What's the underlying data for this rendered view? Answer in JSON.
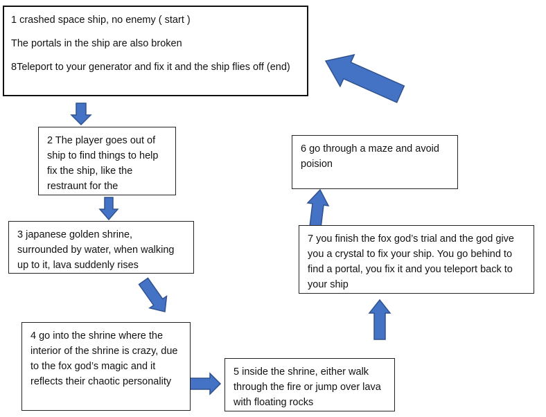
{
  "colors": {
    "arrow_fill": "#4472c4",
    "arrow_stroke": "#2f528f",
    "box_border": "#222222"
  },
  "nodes": {
    "n1": {
      "line1": "1 crashed space ship, no enemy ( start )",
      "line2": "The portals in the ship are also broken",
      "line3": "8Teleport to your generator and fix it and the ship flies off (end)"
    },
    "n2": "2 The player goes out of ship to find things to help fix the ship, like the restraunt for the",
    "n3": "3 japanese golden shrine, surrounded by water, when walking up to it, lava suddenly rises",
    "n4": "4 go into the shrine where the interior of the shrine is crazy, due to the fox god’s magic and it reflects their chaotic personality",
    "n5": "5 inside the shrine, either walk through the fire or jump over lava with floating rocks",
    "n6": "6 go through a maze and avoid poision",
    "n7": "7 you finish the fox god’s trial and the god give you a crystal to fix your ship. You go behind to find a portal, you fix it and you teleport back to your ship"
  },
  "edges": [
    {
      "from": "n1",
      "to": "n2"
    },
    {
      "from": "n2",
      "to": "n3"
    },
    {
      "from": "n3",
      "to": "n4"
    },
    {
      "from": "n4",
      "to": "n5"
    },
    {
      "from": "n5",
      "to": "n7"
    },
    {
      "from": "n7",
      "to": "n6"
    },
    {
      "from": "n6",
      "to": "n1"
    }
  ]
}
